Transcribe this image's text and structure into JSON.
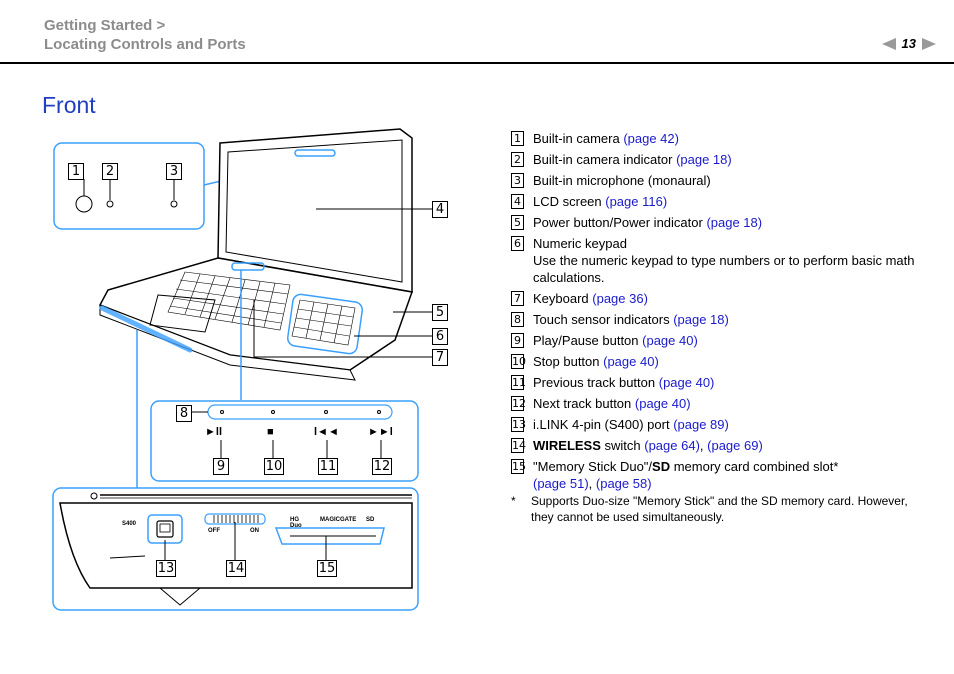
{
  "header": {
    "line1": "Getting Started >",
    "line2": "Locating Controls and Ports",
    "page_number": "13"
  },
  "title": "Front",
  "items": [
    {
      "num": "1",
      "text": "Built-in camera ",
      "link": "(page 42)"
    },
    {
      "num": "2",
      "text": "Built-in camera indicator ",
      "link": "(page 18)"
    },
    {
      "num": "3",
      "text": "Built-in microphone (monaural)",
      "link": ""
    },
    {
      "num": "4",
      "text": "LCD screen ",
      "link": "(page 116)"
    },
    {
      "num": "5",
      "text": "Power button/Power indicator ",
      "link": "(page 18)"
    },
    {
      "num": "6",
      "text": "Numeric keypad",
      "link": "",
      "extra": "Use the numeric keypad to type numbers or to perform basic math calculations."
    },
    {
      "num": "7",
      "text": "Keyboard ",
      "link": "(page 36)"
    },
    {
      "num": "8",
      "text": "Touch sensor indicators ",
      "link": "(page 18)"
    },
    {
      "num": "9",
      "text": "Play/Pause button ",
      "link": "(page 40)"
    },
    {
      "num": "10",
      "text": "Stop button ",
      "link": "(page 40)"
    },
    {
      "num": "11",
      "text": "Previous track button ",
      "link": "(page 40)"
    },
    {
      "num": "12",
      "text": "Next track button ",
      "link": "(page 40)"
    },
    {
      "num": "13",
      "text": "i.LINK 4-pin (S400) port ",
      "link": "(page 89)"
    }
  ],
  "item14": {
    "num": "14",
    "bold": "WIRELESS",
    "text": " switch ",
    "link1": "(page 64)",
    "sep": ", ",
    "link2": "(page 69)"
  },
  "item15": {
    "num": "15",
    "pre": "\"Memory Stick Duo\"/",
    "bold": "SD",
    "post": " memory card combined slot*",
    "link1": "(page 51)",
    "sep": ", ",
    "link2": "(page 58)"
  },
  "footnote": {
    "star": "*",
    "text": "Supports Duo-size \"Memory Stick\" and the SD memory card. However, they cannot be used simultaneously."
  },
  "figure": {
    "labels": {
      "l1": "1",
      "l2": "2",
      "l3": "3",
      "l4": "4",
      "l5": "5",
      "l6": "6",
      "l7": "7",
      "l8": "8",
      "l9": "9",
      "l10": "10",
      "l11": "11",
      "l12": "12",
      "l13": "13",
      "l14": "14",
      "l15": "15"
    },
    "side_text": {
      "s400": "S400",
      "off": "OFF",
      "on": "ON",
      "ms": "MAGICGATE",
      "duo": "HG Duo",
      "sd": "SD"
    },
    "media_icons": {
      "play_pause": "►ll",
      "stop": "■",
      "prev": "l◄◄",
      "next": "►►l"
    }
  },
  "colors": {
    "header": "#8c8c8c",
    "title": "#1f3fbf",
    "link": "#1a1acc",
    "callout": "#3aa0ff"
  }
}
